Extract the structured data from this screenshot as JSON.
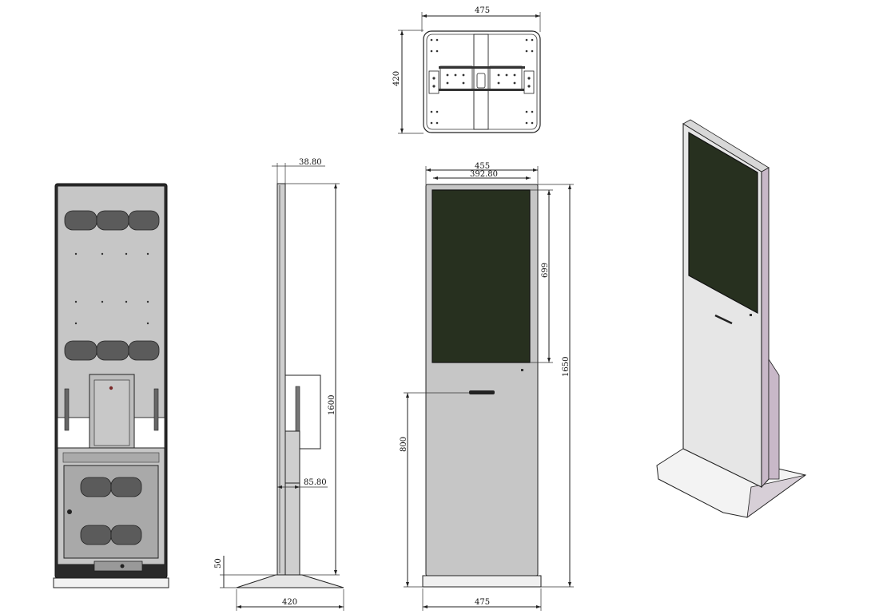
{
  "dimensions": {
    "top_width": "475",
    "top_depth": "420",
    "side_offset": "38.80",
    "side_height": "1600",
    "side_depth": "85.80",
    "side_base_height": "50",
    "side_base_width": "420",
    "front_width": "455",
    "front_screen_width": "392.80",
    "front_screen_height": "699",
    "front_total_height": "1650",
    "front_slot_height": "800",
    "front_base_width": "475"
  },
  "colors": {
    "panel": "#c6c6c6",
    "screen": "#27301f",
    "iso_side": "#c8b8c8"
  }
}
